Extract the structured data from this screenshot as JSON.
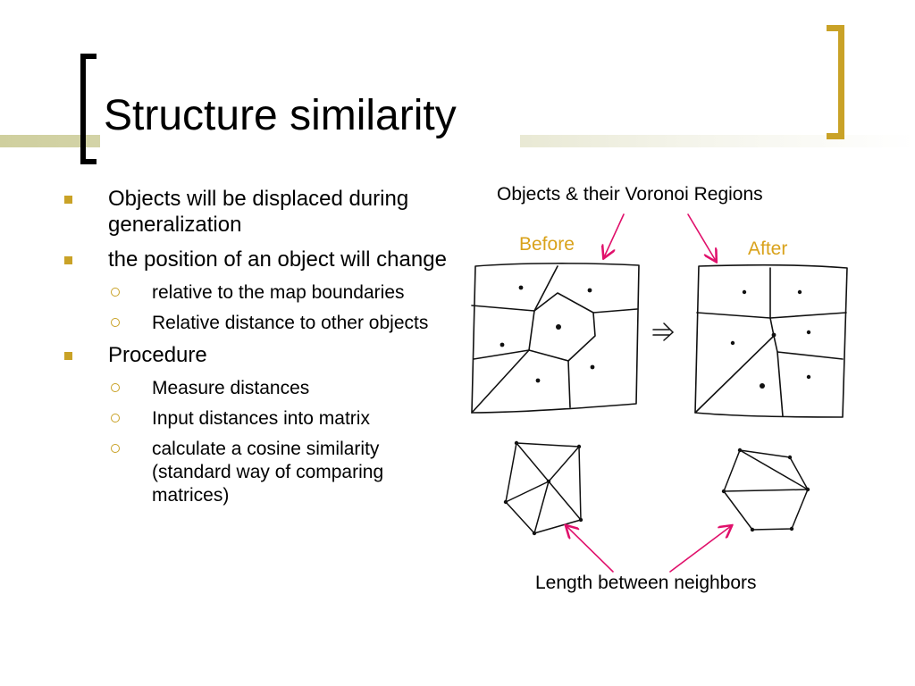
{
  "slide": {
    "title": "Structure similarity"
  },
  "bullets": [
    {
      "text": "Objects will be displaced during generalization",
      "level": 1
    },
    {
      "text": "the position of an object will change",
      "level": 1
    },
    {
      "text": "relative to the map boundaries",
      "level": 2
    },
    {
      "text": "Relative distance to other objects",
      "level": 2
    },
    {
      "text": "Procedure",
      "level": 1
    },
    {
      "text": "Measure distances",
      "level": 2
    },
    {
      "text": "Input distances into matrix",
      "level": 2
    },
    {
      "text": "calculate a cosine similarity (standard way of comparing matrices)",
      "level": 2
    }
  ],
  "figure": {
    "voronoi_caption": "Objects & their Voronoi Regions",
    "before_label": "Before",
    "after_label": "After",
    "neighbors_caption": "Length between neighbors"
  },
  "colors": {
    "accent": "#c9a227",
    "label_accent": "#d9a21b",
    "arrow": "#e0106b",
    "title_band": "#dedec0"
  }
}
